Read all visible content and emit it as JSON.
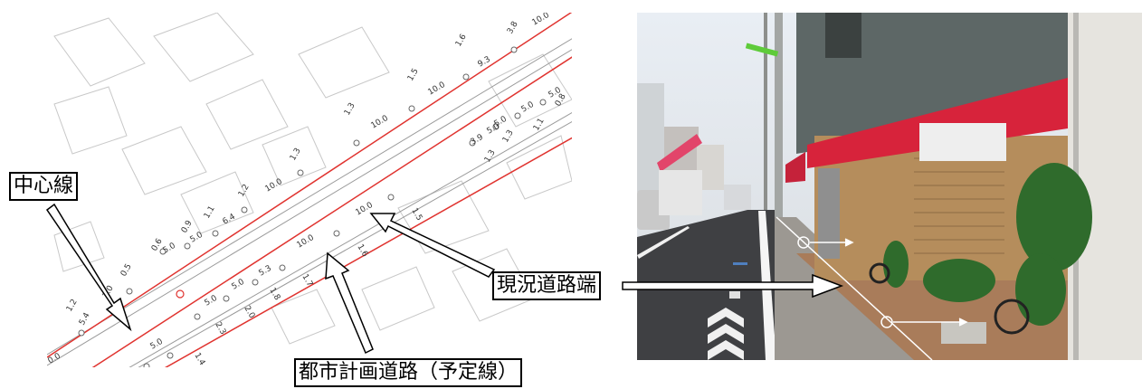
{
  "labels": {
    "centerline": "中心線",
    "road_edge": "現況道路端",
    "planned_road": "都市計画道路（予定線）"
  },
  "map": {
    "dimension_numbers": [
      "10.0",
      "1.6",
      "3.8",
      "9.3",
      "1.5",
      "10.0",
      "1.3",
      "10.0",
      "5.0",
      "5.0",
      "5.0",
      "0.8",
      "3.9",
      "5.0",
      "1.3",
      "1.1",
      "1.3",
      "1.3",
      "1.2",
      "10.0",
      "1.1",
      "6.4",
      "0.9",
      "5.0",
      "0.6",
      "5.0",
      "0.5",
      "10.0",
      "1.5",
      "1.6",
      "10.0",
      "5.3",
      "5.0",
      "5.0",
      "1.7",
      "1.8",
      "2.0",
      "2.3",
      "1.2",
      "5.4",
      "1.0",
      "0.0",
      "5.0",
      "1.4"
    ],
    "colors": {
      "red_line": "#e0332f",
      "gray_line": "#9a9a9a",
      "building": "#bdbdbd"
    }
  },
  "photo": {
    "colors": {
      "awning": "#d7233b",
      "wall": "#5d6766",
      "sky": "#dfe6ee",
      "road": "#3a3b3d"
    }
  }
}
